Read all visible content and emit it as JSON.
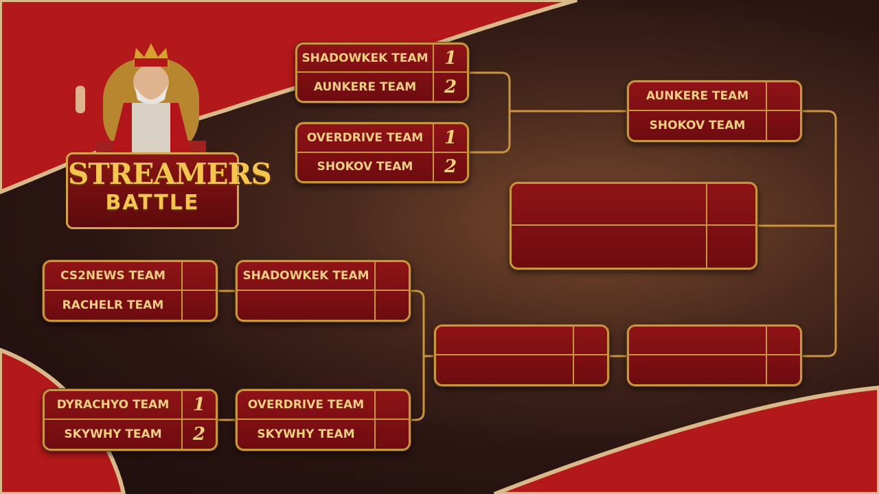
{
  "logo": {
    "line1": "STREAMERS",
    "line2": "BATTLE"
  },
  "colors": {
    "gold": "#c9953f",
    "red": "#8e1316",
    "text": "#f1cf82"
  },
  "upper": [
    {
      "id": "upper-semifinal-1",
      "teams": [
        {
          "name": "SHADOWKEK TEAM",
          "score": "1"
        },
        {
          "name": "AUNKERE TEAM",
          "score": "2"
        }
      ]
    },
    {
      "id": "upper-semifinal-2",
      "teams": [
        {
          "name": "OVERDRIVE TEAM",
          "score": "1"
        },
        {
          "name": "SHOKOV TEAM",
          "score": "2"
        }
      ]
    },
    {
      "id": "upper-final",
      "teams": [
        {
          "name": "AUNKERE TEAM",
          "score": ""
        },
        {
          "name": "SHOKOV TEAM",
          "score": ""
        }
      ]
    }
  ],
  "grand_final": {
    "teams": [
      {
        "name": "",
        "score": ""
      },
      {
        "name": "",
        "score": ""
      }
    ]
  },
  "lower": [
    {
      "id": "lower-r1-1",
      "teams": [
        {
          "name": "CS2NEWS TEAM",
          "score": ""
        },
        {
          "name": "RACHELR TEAM",
          "score": ""
        }
      ]
    },
    {
      "id": "lower-r2-1",
      "teams": [
        {
          "name": "SHADOWKEK TEAM",
          "score": ""
        },
        {
          "name": "",
          "score": ""
        }
      ]
    },
    {
      "id": "lower-r1-2",
      "teams": [
        {
          "name": "DYRACHYO TEAM",
          "score": "1"
        },
        {
          "name": "SKYWHY TEAM",
          "score": "2"
        }
      ]
    },
    {
      "id": "lower-r2-2",
      "teams": [
        {
          "name": "OVERDRIVE TEAM",
          "score": ""
        },
        {
          "name": "SKYWHY TEAM",
          "score": ""
        }
      ]
    },
    {
      "id": "lower-semifinal",
      "teams": [
        {
          "name": "",
          "score": ""
        },
        {
          "name": "",
          "score": ""
        }
      ]
    },
    {
      "id": "lower-final",
      "teams": [
        {
          "name": "",
          "score": ""
        },
        {
          "name": "",
          "score": ""
        }
      ]
    }
  ]
}
